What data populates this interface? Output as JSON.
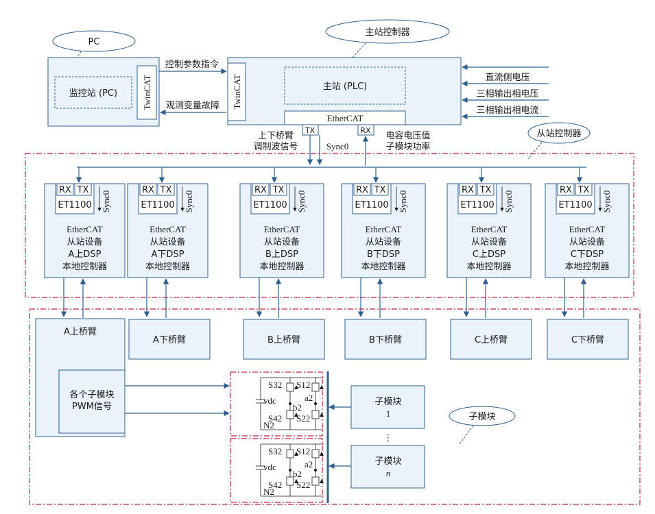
{
  "callouts": {
    "pc": "PC",
    "master": "主站控制器",
    "slave": "从站控制器",
    "submodule": "子模块"
  },
  "pc": {
    "monitor": "监控站 (PC)",
    "twincat": "TwinCAT"
  },
  "master": {
    "twincat": "TwinCAT",
    "plc": "主站 (PLC)",
    "ethercat": "EtherCAT",
    "tx": "TX",
    "rx": "RX"
  },
  "arrows": {
    "control_cmd": "控制参数指令",
    "observe": "观测变量故障",
    "dc_voltage": "直流侧电压",
    "phase_voltage": "三相输出相电压",
    "phase_current": "三相输出相电流",
    "modulation_1": "上下桥臂",
    "modulation_2": "调制波信号",
    "sync": "Sync0",
    "cap_1": "电容电压值",
    "cap_2": "子模块功率"
  },
  "slaves": [
    {
      "rx": "RX",
      "tx": "TX",
      "chip": "ET1100",
      "sync": "Sync0",
      "l1": "EtherCAT",
      "l2": "从站设备",
      "l3": "A上DSP",
      "l4": "本地控制器"
    },
    {
      "rx": "RX",
      "tx": "TX",
      "chip": "ET1100",
      "sync": "Sync0",
      "l1": "EtherCAT",
      "l2": "从站设备",
      "l3": "A下DSP",
      "l4": "本地控制器"
    },
    {
      "rx": "RX",
      "tx": "TX",
      "chip": "ET1100",
      "sync": "Sync0",
      "l1": "EtherCAT",
      "l2": "从站设备",
      "l3": "B上DSP",
      "l4": "本地控制器"
    },
    {
      "rx": "RX",
      "tx": "TX",
      "chip": "ET1100",
      "sync": "Sync0",
      "l1": "EtherCAT",
      "l2": "从站设备",
      "l3": "B下DSP",
      "l4": "本地控制器"
    },
    {
      "rx": "RX",
      "tx": "TX",
      "chip": "ET1100",
      "sync": "Sync0",
      "l1": "EtherCAT",
      "l2": "从站设备",
      "l3": "C上DSP",
      "l4": "本地控制器"
    },
    {
      "rx": "RX",
      "tx": "TX",
      "chip": "ET1100",
      "sync": "Sync0",
      "l1": "EtherCAT",
      "l2": "从站设备",
      "l3": "C下DSP",
      "l4": "本地控制器"
    }
  ],
  "arms": [
    "A上桥臂",
    "A下桥臂",
    "B上桥臂",
    "B下桥臂",
    "C上桥臂",
    "C下桥臂"
  ],
  "pwm": {
    "l1": "各个子模块",
    "l2": "PWM信号"
  },
  "modules": {
    "m1_l1": "子模块",
    "m1_l2": "1",
    "dots": "⋮",
    "mn_l1": "子模块",
    "mn_l2": "n"
  },
  "circuit": {
    "s32": "S32",
    "s12": "S12",
    "s42": "S42",
    "s22": "S22",
    "vdc": "vdc",
    "b2": "b2",
    "a2": "a2",
    "n2": "N2"
  }
}
